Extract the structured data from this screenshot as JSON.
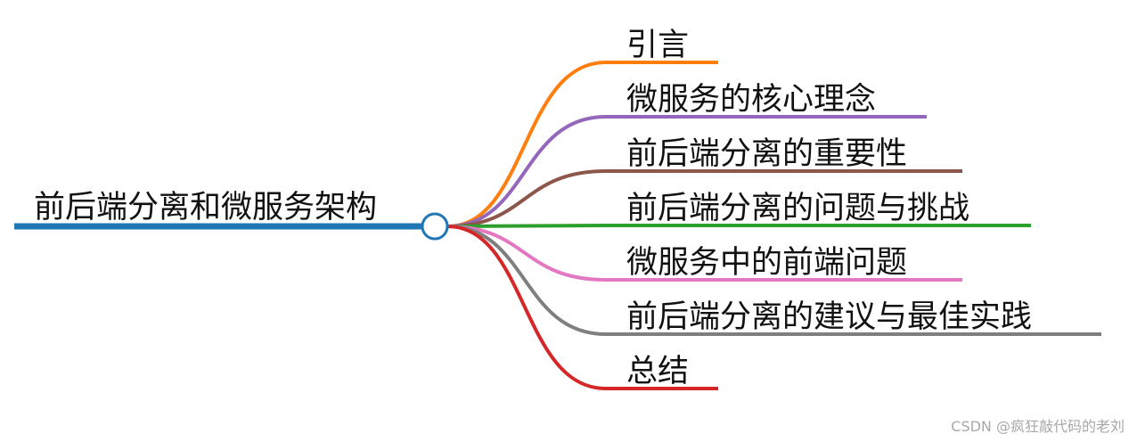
{
  "root": {
    "label": "前后端分离和微服务架构",
    "color": "#1f77b4"
  },
  "branches": [
    {
      "label": "引言",
      "color": "#ff7f0e"
    },
    {
      "label": "微服务的核心理念",
      "color": "#9467bd"
    },
    {
      "label": "前后端分离的重要性",
      "color": "#8c564b"
    },
    {
      "label": "前后端分离的问题与挑战",
      "color": "#2ca02c"
    },
    {
      "label": "微服务中的前端问题",
      "color": "#e377c2"
    },
    {
      "label": "前后端分离的建议与最佳实践",
      "color": "#7f7f7f"
    },
    {
      "label": "总结",
      "color": "#d62728"
    }
  ],
  "watermark": "CSDN @疯狂敲代码的老刘"
}
